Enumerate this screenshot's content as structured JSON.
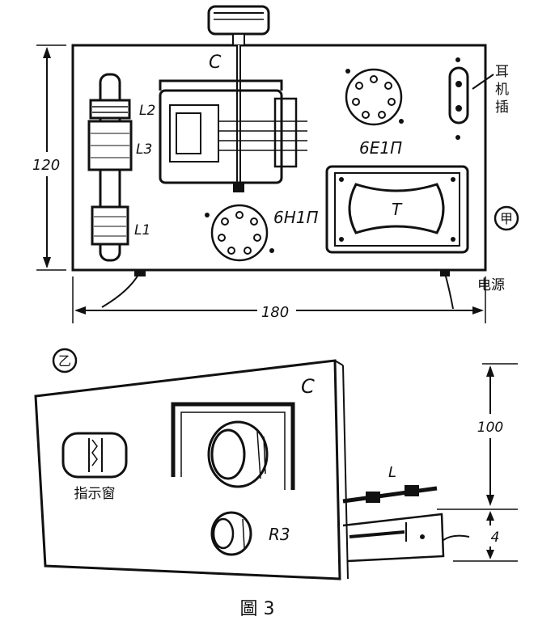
{
  "top_view": {
    "marker": "甲",
    "dim_height": "120",
    "dim_width": "180",
    "capacitor": "C",
    "coil_l2": "L2",
    "coil_l3": "L3",
    "coil_l1": "L1",
    "tube_top": "6E1П",
    "tube_bottom": "6H1П",
    "tuning_eye": "T",
    "earphone_jack": "耳机插",
    "power": "电源"
  },
  "front_view": {
    "marker": "乙",
    "capacitor": "C",
    "dim_height": "100",
    "dim_small": "4",
    "coil": "L",
    "potentiometer": "R3",
    "indicator_window": "指示窗"
  },
  "caption": "圖  3"
}
